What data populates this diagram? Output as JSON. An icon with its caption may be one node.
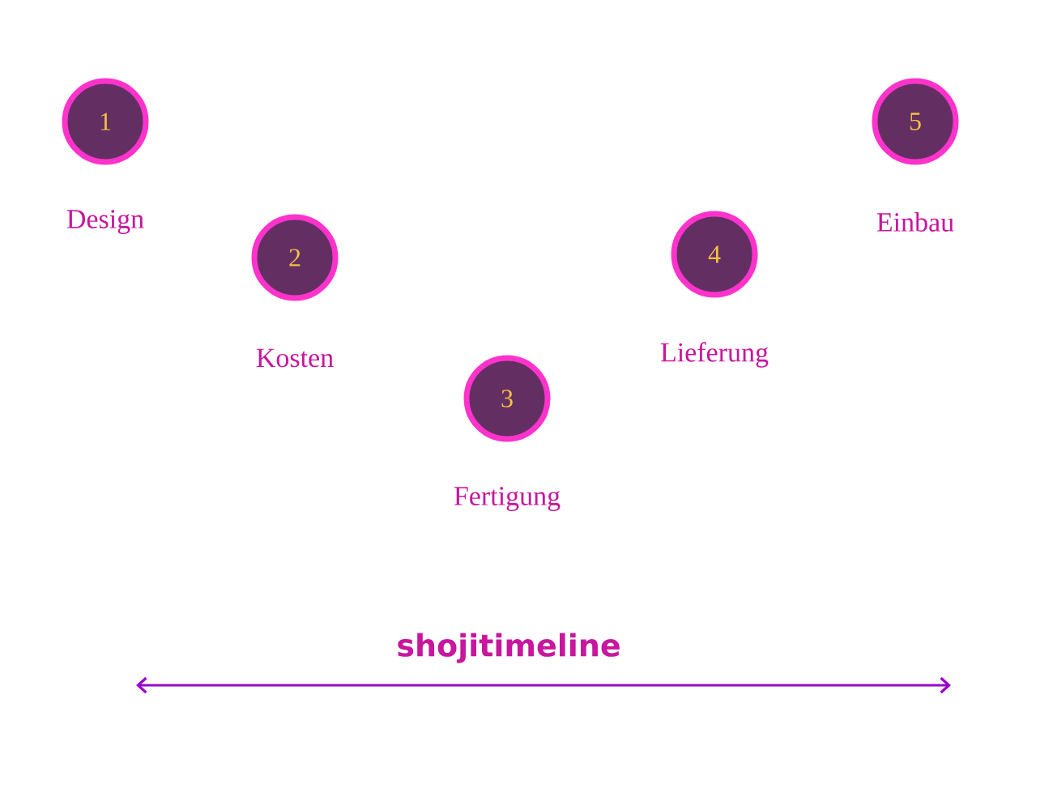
{
  "diagram": {
    "title": "shojitimeline",
    "nodes": [
      {
        "text": [
          "1"
        ],
        "beside": [
          "Design"
        ]
      },
      {
        "text": [
          "2"
        ],
        "beside": [
          "Kosten"
        ]
      },
      {
        "text": [
          "3"
        ],
        "beside": [
          "Fertigung"
        ]
      },
      {
        "text": [
          "4"
        ],
        "beside": [
          "Lieferung"
        ]
      },
      {
        "text": [
          "5"
        ],
        "beside": [
          "Einbau"
        ]
      }
    ]
  }
}
